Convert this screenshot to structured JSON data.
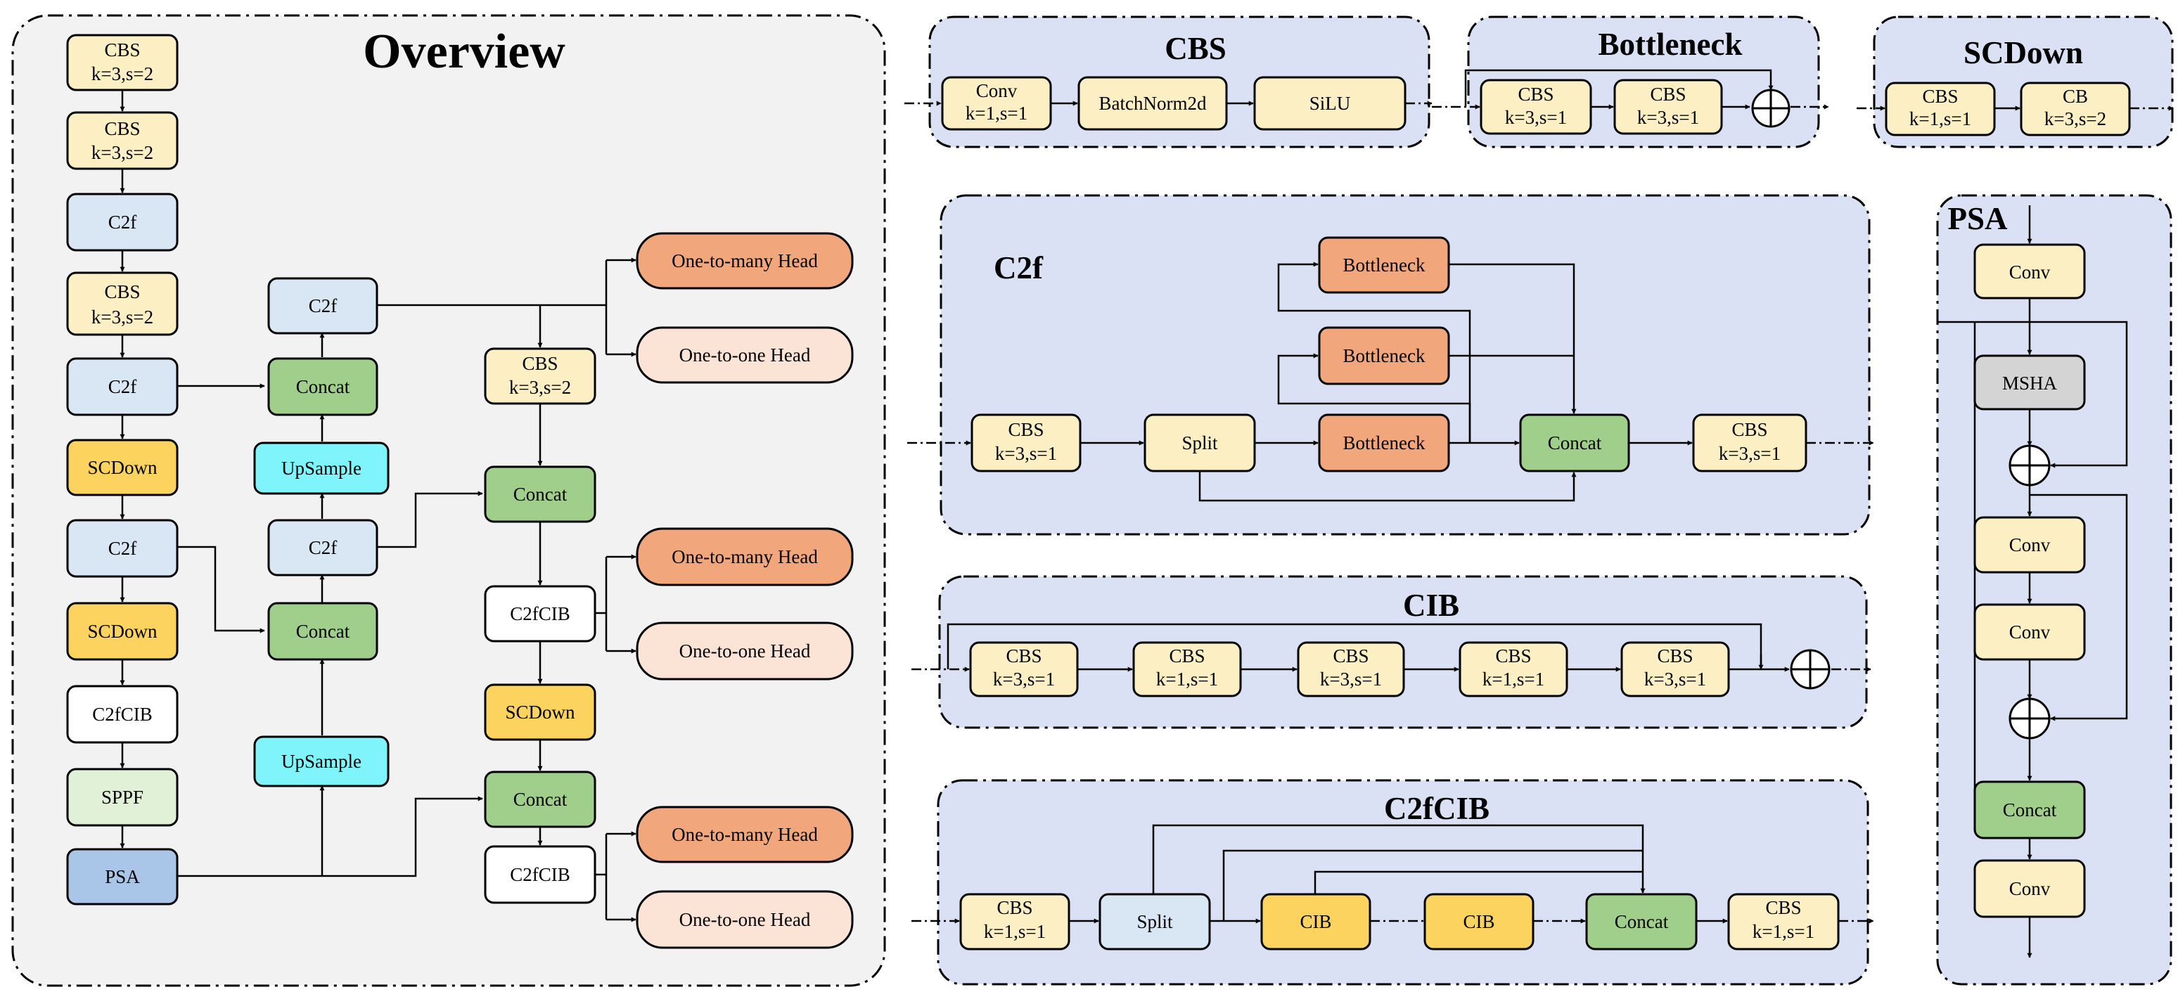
{
  "colors": {
    "cbs": "#fdefc4",
    "c2f": "#d9e6f4",
    "scdown": "#fcd35f",
    "white": "#ffffff",
    "sppf": "#e1f1d8",
    "psa": "#a9c6e9",
    "concat": "#9fcf8a",
    "upsample": "#7ff5fb",
    "head_many": "#f2a67c",
    "head_one": "#fbe3d6",
    "bottleneck": "#f2a67c",
    "mhsa": "#d4d4d4",
    "panel_gray": "#f2f2f2",
    "panel_blue": "#dbe1f4",
    "line": "#000000"
  },
  "icons": [
    "plus-circle-icon",
    "arrow-icon"
  ],
  "panels": {
    "overview": {
      "title": "Overview"
    },
    "cbs": {
      "title": "CBS"
    },
    "bottleneck": {
      "title": "Bottleneck"
    },
    "scdown": {
      "title": "SCDown"
    },
    "c2f": {
      "title": "C2f"
    },
    "cib": {
      "title": "CIB"
    },
    "c2fcib": {
      "title": "C2fCIB"
    },
    "psa": {
      "title": "PSA"
    }
  },
  "overview": {
    "backbone": [
      {
        "line1": "CBS",
        "line2": "k=3,s=2"
      },
      {
        "line1": "CBS",
        "line2": "k=3,s=2"
      },
      {
        "line1": "C2f"
      },
      {
        "line1": "CBS",
        "line2": "k=3,s=2"
      },
      {
        "line1": "C2f"
      },
      {
        "line1": "SCDown"
      },
      {
        "line1": "C2f"
      },
      {
        "line1": "SCDown"
      },
      {
        "line1": "C2fCIB"
      },
      {
        "line1": "SPPF"
      },
      {
        "line1": "PSA"
      }
    ],
    "neck": {
      "c2f_top": "C2f",
      "concat_top": "Concat",
      "upsample_top": "UpSample",
      "c2f_mid": "C2f",
      "concat_mid": "Concat",
      "upsample_bottom": "UpSample",
      "cbs_line1": "CBS",
      "cbs_line2": "k=3,s=2",
      "concat_right_top": "Concat",
      "c2fcib_mid": "C2fCIB",
      "scdown": "SCDown",
      "concat_right_bottom": "Concat",
      "c2fcib_bottom": "C2fCIB"
    },
    "heads": [
      "One-to-many Head",
      "One-to-one Head",
      "One-to-many Head",
      "One-to-one Head",
      "One-to-many Head",
      "One-to-one Head"
    ]
  },
  "cbs_block": {
    "conv_line1": "Conv",
    "conv_line2": "k=1,s=1",
    "batchnorm": "BatchNorm2d",
    "silu": "SiLU"
  },
  "bottleneck_block": {
    "cbs1_line1": "CBS",
    "cbs1_line2": "k=3,s=1",
    "cbs2_line1": "CBS",
    "cbs2_line2": "k=3,s=1"
  },
  "scdown_block": {
    "cbs_line1": "CBS",
    "cbs_line2": "k=1,s=1",
    "cb_line1": "CB",
    "cb_line2": "k=3,s=2"
  },
  "c2f_block": {
    "cbs_in_line1": "CBS",
    "cbs_in_line2": "k=3,s=1",
    "split": "Split",
    "bottlenecks": [
      "Bottleneck",
      "Bottleneck",
      "Bottleneck"
    ],
    "concat": "Concat",
    "cbs_out_line1": "CBS",
    "cbs_out_line2": "k=3,s=1"
  },
  "cib_block": {
    "items": [
      {
        "line1": "CBS",
        "line2": "k=3,s=1"
      },
      {
        "line1": "CBS",
        "line2": "k=1,s=1"
      },
      {
        "line1": "CBS",
        "line2": "k=3,s=1"
      },
      {
        "line1": "CBS",
        "line2": "k=1,s=1"
      },
      {
        "line1": "CBS",
        "line2": "k=3,s=1"
      }
    ]
  },
  "c2fcib_block": {
    "cbs_in_line1": "CBS",
    "cbs_in_line2": "k=1,s=1",
    "split": "Split",
    "cib1": "CIB",
    "cib2": "CIB",
    "concat": "Concat",
    "cbs_out_line1": "CBS",
    "cbs_out_line2": "k=1,s=1"
  },
  "psa_block": {
    "conv1": "Conv",
    "mhsa": "MSHA",
    "conv2": "Conv",
    "conv3": "Conv",
    "concat": "Concat",
    "conv4": "Conv"
  }
}
